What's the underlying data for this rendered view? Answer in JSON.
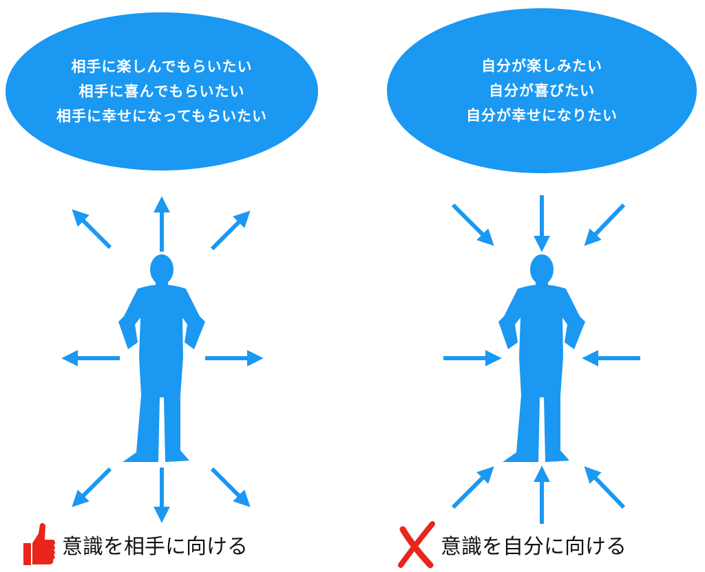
{
  "colors": {
    "accent": "#1a98f2",
    "bubble": "#1a98f2",
    "good": "#e8261c",
    "bad": "#e8261c",
    "text": "#111111"
  },
  "left": {
    "bubble_lines": [
      "相手に楽しんでもらいたい",
      "相手に喜んでもらいたい",
      "相手に幸せになってもらいたい"
    ],
    "caption": "意識を相手に向ける",
    "icon": "thumbs-up-icon",
    "arrow_direction": "outward"
  },
  "right": {
    "bubble_lines": [
      "自分が楽しみたい",
      "自分が喜びたい",
      "自分が幸せになりたい"
    ],
    "caption": "意識を自分に向ける",
    "icon": "cross-mark-icon",
    "arrow_direction": "inward"
  }
}
